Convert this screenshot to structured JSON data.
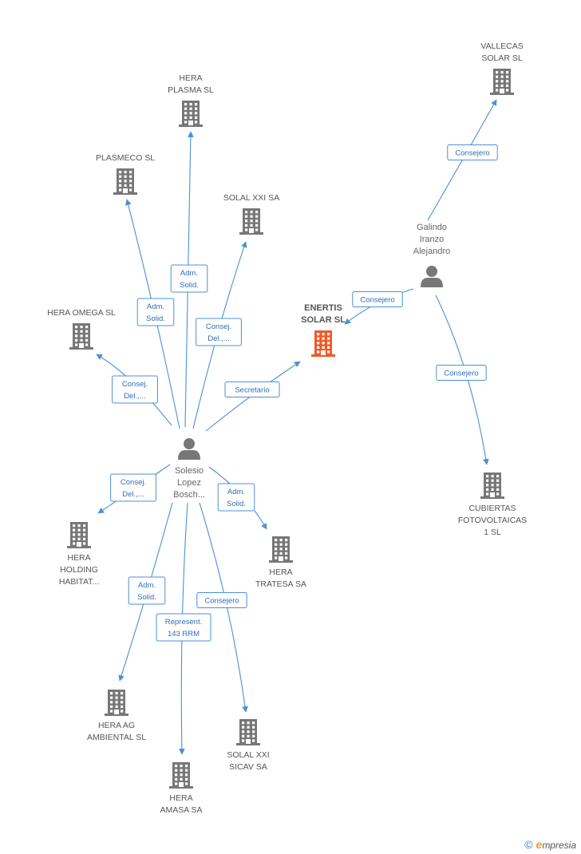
{
  "colors": {
    "edge": "#4a90d9",
    "building": "#777777",
    "focus_building": "#f05a28",
    "person": "#777777"
  },
  "companies": [
    {
      "id": "enertis",
      "lines": [
        "ENERTIS",
        "SOLAR SL"
      ],
      "focus": true
    },
    {
      "id": "hera_plasma",
      "lines": [
        "HERA",
        "PLASMA SL"
      ]
    },
    {
      "id": "plasmeco",
      "lines": [
        "PLASMECO SL"
      ]
    },
    {
      "id": "solal_xxi",
      "lines": [
        "SOLAL XXI SA"
      ]
    },
    {
      "id": "hera_omega",
      "lines": [
        "HERA OMEGA SL"
      ]
    },
    {
      "id": "vallecas",
      "lines": [
        "VALLECAS",
        "SOLAR SL"
      ]
    },
    {
      "id": "cubiertas",
      "lines": [
        "CUBIERTAS",
        "FOTOVOLTAICAS",
        "1 SL"
      ]
    },
    {
      "id": "hera_holding",
      "lines": [
        "HERA",
        "HOLDING",
        "HABITAT..."
      ]
    },
    {
      "id": "hera_tratesa",
      "lines": [
        "HERA",
        "TRATESA SA"
      ]
    },
    {
      "id": "hera_ag",
      "lines": [
        "HERA AG",
        "AMBIENTAL SL"
      ]
    },
    {
      "id": "solal_sicav",
      "lines": [
        "SOLAL XXI",
        "SICAV SA"
      ]
    },
    {
      "id": "hera_amasa",
      "lines": [
        "HERA",
        "AMASA SA"
      ]
    }
  ],
  "persons": [
    {
      "id": "solesio",
      "lines": [
        "Solesio",
        "Lopez",
        "Bosch..."
      ]
    },
    {
      "id": "galindo",
      "lines": [
        "Galindo",
        "Iranzo",
        "Alejandro"
      ]
    }
  ],
  "edges": [
    {
      "id": "e_plasma",
      "lines": [
        "Adm.",
        "Solid."
      ]
    },
    {
      "id": "e_plasmeco",
      "lines": [
        "Adm.",
        "Solid."
      ]
    },
    {
      "id": "e_solal_xxi",
      "lines": [
        "Consej.",
        "Del.,..."
      ]
    },
    {
      "id": "e_omega",
      "lines": [
        "Consej.",
        "Del.,..."
      ]
    },
    {
      "id": "e_enertis_s",
      "lines": [
        "Secretario"
      ]
    },
    {
      "id": "e_enertis_g",
      "lines": [
        "Consejero"
      ]
    },
    {
      "id": "e_vallecas",
      "lines": [
        "Consejero"
      ]
    },
    {
      "id": "e_cubiertas",
      "lines": [
        "Consejero"
      ]
    },
    {
      "id": "e_holding",
      "lines": [
        "Consej.",
        "Del.,..."
      ]
    },
    {
      "id": "e_tratesa",
      "lines": [
        "Adm.",
        "Solid."
      ]
    },
    {
      "id": "e_ag",
      "lines": [
        "Adm.",
        "Solid."
      ]
    },
    {
      "id": "e_amasa",
      "lines": [
        "Represent.",
        "143 RRM"
      ]
    },
    {
      "id": "e_sicav",
      "lines": [
        "Consejero"
      ]
    }
  ],
  "watermark": {
    "copyright": "©",
    "brand_initial": "e",
    "brand_rest": "mpresia"
  }
}
